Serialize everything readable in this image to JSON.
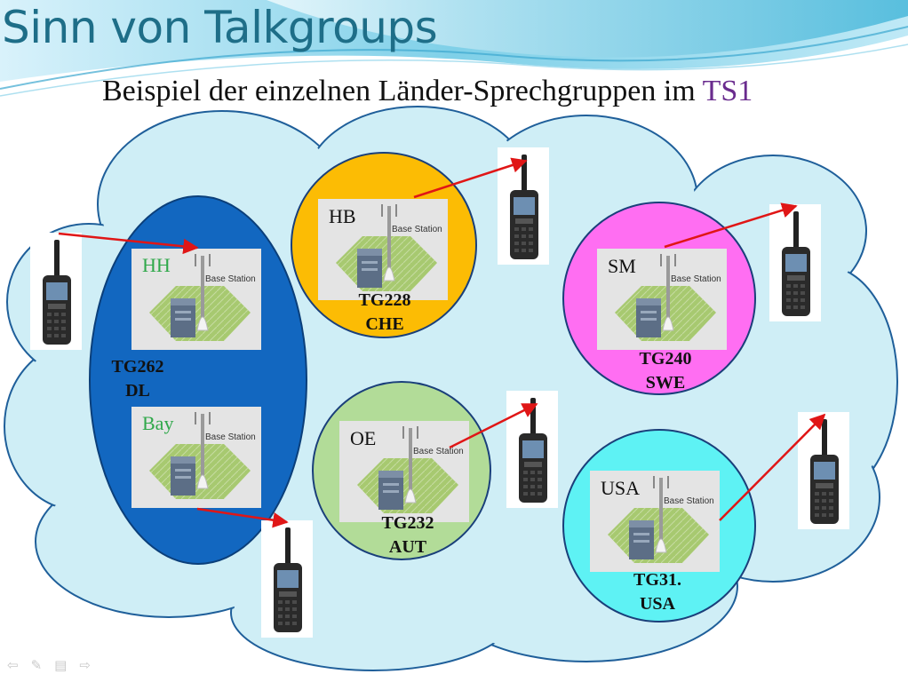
{
  "slide": {
    "title": "Sinn von Talkgroups",
    "subtitle_main": "Beispiel der einzelnen Länder-Sprechgruppen im ",
    "subtitle_ts": "TS1"
  },
  "base_station_label": "Base Station",
  "regions": {
    "hh": {
      "label": "HH"
    },
    "bay": {
      "label": "Bay"
    },
    "hb": {
      "label": "HB",
      "tg_line1": "TG228",
      "tg_line2": "CHE"
    },
    "sm": {
      "label": "SM",
      "tg_line1": "TG240",
      "tg_line2": "SWE"
    },
    "oe": {
      "label": "OE",
      "tg_line1": "TG232",
      "tg_line2": "AUT"
    },
    "usa": {
      "label": "USA",
      "tg_line1": "TG31.",
      "tg_line2": "USA"
    },
    "dl": {
      "tg_line1": "TG262",
      "tg_line2": "DL"
    }
  },
  "nav": {
    "prev_icon": "prev-arrow-icon",
    "pen_icon": "pen-icon",
    "menu_icon": "menu-icon",
    "next_icon": "next-arrow-icon",
    "prev": "⇦",
    "pen": "✎",
    "menu": "▤",
    "next": "⇨"
  },
  "colors": {
    "dl_ellipse": "#1267c0",
    "hb_circle": "#fcbc04",
    "sm_circle": "#ff6ef2",
    "oe_circle": "#b2dc98",
    "usa_circle": "#5ef2f4",
    "cloud_fill": "#cfeef6",
    "arrow": "#e01616",
    "region_green_label": "#2fa84a"
  }
}
